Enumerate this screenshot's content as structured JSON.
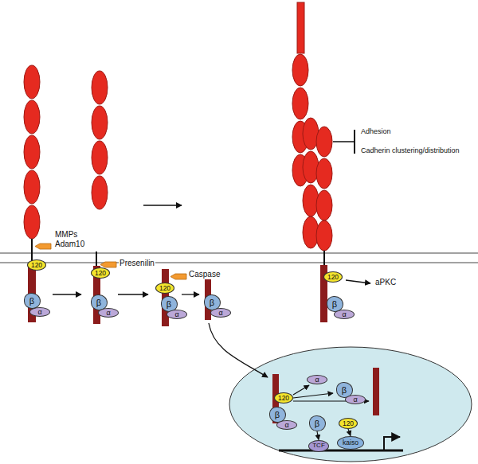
{
  "diagram": {
    "nodes": [
      {
        "text": [
          "120"
        ]
      },
      {
        "text": [
          "β"
        ]
      },
      {
        "text": [
          "α"
        ]
      },
      {
        "text": [
          "120"
        ]
      },
      {
        "text": [
          "β"
        ]
      },
      {
        "text": [
          "α"
        ]
      },
      {
        "text": [
          "120"
        ]
      },
      {
        "text": [
          "β"
        ]
      },
      {
        "text": [
          "α"
        ]
      },
      {
        "text": [
          "β"
        ]
      },
      {
        "text": [
          "α"
        ]
      },
      {
        "text": [
          "120"
        ]
      },
      {
        "text": [
          "β"
        ]
      },
      {
        "text": [
          "α"
        ]
      },
      {
        "text": [
          "120"
        ]
      },
      {
        "text": [
          "β"
        ]
      },
      {
        "text": [
          "α"
        ]
      },
      {
        "text": [
          "α"
        ]
      },
      {
        "text": [
          "β"
        ]
      },
      {
        "text": [
          "α"
        ]
      },
      {
        "text": [
          "β"
        ]
      },
      {
        "text": [
          "120"
        ]
      },
      {
        "text": [
          "TCF"
        ]
      },
      {
        "text": [
          "kaiso"
        ]
      }
    ],
    "edges": [
      {
        "from": 20,
        "to": 22,
        "arrow": "to"
      },
      {
        "from": 21,
        "to": 23,
        "arrow": "to"
      }
    ],
    "labels": [
      "MMPs",
      "Adam10",
      "Presenilin",
      "Caspase",
      "Adhesion",
      "Cadherin clustering/distribution",
      "aPKC"
    ]
  }
}
